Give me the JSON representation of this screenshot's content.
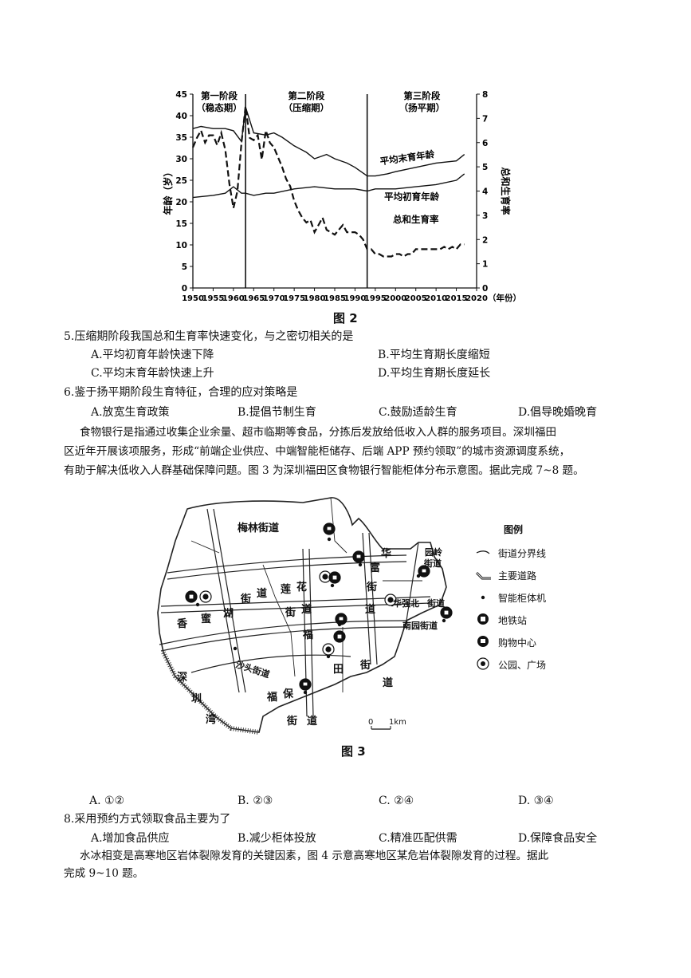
{
  "chart_data": {
    "type": "line",
    "x_ticks": [
      "1950",
      "1955",
      "1960",
      "1965",
      "1970",
      "1975",
      "1980",
      "1985",
      "1990",
      "1995",
      "2000",
      "2005",
      "2010",
      "2015",
      "2020"
    ],
    "x_unit": "（年份）",
    "y_left_label": "年龄（岁）",
    "y_left_ticks": [
      "0",
      "5",
      "10",
      "15",
      "20",
      "25",
      "30",
      "35",
      "40",
      "45"
    ],
    "y_left_range": [
      0,
      45
    ],
    "y_right_label": "总和生育率",
    "y_right_ticks": [
      "0",
      "1",
      "2",
      "3",
      "4",
      "5",
      "6",
      "7",
      "8"
    ],
    "y_right_range": [
      0,
      8
    ],
    "stages": [
      {
        "name": "第一阶段",
        "sub": "（稳态期）"
      },
      {
        "name": "第二阶段",
        "sub": "（压缩期）"
      },
      {
        "name": "第三阶段",
        "sub": "（扬平期）"
      }
    ],
    "stage_boundaries": [
      1963,
      1993
    ],
    "series": [
      {
        "name": "平均末育年龄",
        "axis": "left",
        "style": "solid",
        "x": [
          1950,
          1952,
          1955,
          1958,
          1960,
          1962,
          1963,
          1965,
          1968,
          1970,
          1972,
          1975,
          1978,
          1980,
          1983,
          1985,
          1988,
          1990,
          1993,
          1995,
          1998,
          2000,
          2005,
          2010,
          2015,
          2017
        ],
        "y": [
          37,
          37.5,
          37,
          37,
          36.5,
          34,
          42,
          36,
          35.5,
          36,
          35,
          33,
          31.5,
          30,
          31,
          30,
          29,
          28,
          26,
          26,
          26.5,
          27,
          28,
          29,
          29.5,
          31
        ]
      },
      {
        "name": "平均初育年龄",
        "axis": "left",
        "style": "solid",
        "x": [
          1950,
          1955,
          1958,
          1960,
          1962,
          1963,
          1965,
          1968,
          1970,
          1975,
          1980,
          1985,
          1990,
          1993,
          1995,
          2000,
          2005,
          2010,
          2015,
          2017
        ],
        "y": [
          21,
          21.5,
          22,
          23.5,
          22,
          22,
          21.5,
          22,
          22,
          23,
          23.5,
          23,
          23,
          22.5,
          23,
          23,
          23.5,
          24,
          25,
          26.5
        ]
      },
      {
        "name": "总和生育率",
        "axis": "right",
        "style": "dashed",
        "x": [
          1950,
          1951,
          1952,
          1953,
          1954,
          1955,
          1956,
          1957,
          1958,
          1959,
          1960,
          1961,
          1962,
          1963,
          1964,
          1965,
          1966,
          1967,
          1968,
          1969,
          1970,
          1971,
          1972,
          1973,
          1974,
          1975,
          1976,
          1977,
          1978,
          1979,
          1980,
          1981,
          1982,
          1983,
          1984,
          1985,
          1986,
          1987,
          1988,
          1989,
          1990,
          1991,
          1992,
          1993,
          1994,
          1995,
          1996,
          1997,
          1998,
          1999,
          2000,
          2001,
          2002,
          2003,
          2004,
          2005,
          2006,
          2007,
          2008,
          2009,
          2010,
          2011,
          2012,
          2013,
          2014,
          2015,
          2016,
          2017
        ],
        "y": [
          5.8,
          6.2,
          6.5,
          6.0,
          6.3,
          6.3,
          5.9,
          6.4,
          5.7,
          4.3,
          3.3,
          4.0,
          6.0,
          7.5,
          6.2,
          6.1,
          6.3,
          5.3,
          6.5,
          6.0,
          5.8,
          5.4,
          5.0,
          4.5,
          4.2,
          3.6,
          3.2,
          2.9,
          2.7,
          2.8,
          2.3,
          2.6,
          2.9,
          2.4,
          2.3,
          2.2,
          2.4,
          2.6,
          2.3,
          2.3,
          2.3,
          2.2,
          2.0,
          1.6,
          1.6,
          1.4,
          1.4,
          1.3,
          1.3,
          1.3,
          1.4,
          1.4,
          1.3,
          1.4,
          1.4,
          1.6,
          1.6,
          1.6,
          1.6,
          1.6,
          1.6,
          1.6,
          1.7,
          1.6,
          1.7,
          1.6,
          1.8,
          1.8
        ]
      }
    ]
  },
  "figure2": {
    "caption": "图 2"
  },
  "q5": {
    "stem": "5.压缩期阶段我国总和生育率快速变化，与之密切相关的是",
    "A": "A.平均初育年龄快速下降",
    "B": "B.平均生育期长度缩短",
    "C": "C.平均末育年龄快速上升",
    "D": "D.平均生育期长度延长"
  },
  "q6": {
    "stem": "6.鉴于扬平期阶段生育特征，合理的应对策略是",
    "A": "A.放宽生育政策",
    "B": "B.提倡节制生育",
    "C": "C.鼓励适龄生育",
    "D": "D.倡导晚婚晚育"
  },
  "passage1": {
    "line1": "食物银行是指通过收集企业余量、超市临期等食品，分拣后发放给低收入人群的服务项目。深圳福田",
    "line2": "区近年开展该项服务，形成“前端企业供应、中端智能柜储存、后端 APP 预约领取”的城市资源调度系统，",
    "line3": "有助于解决低收入人群基础保障问题。图 3 为深圳福田区食物银行智能柜体分布示意图。据此完成 7~8 题。"
  },
  "map": {
    "caption": "图 3",
    "labels": {
      "meilin": "梅林街道",
      "hua": "华",
      "fu": "富",
      "jie_r": "街",
      "dao_r": "道",
      "yuanling1": "园岭",
      "yuanling2": "街道",
      "xiang": "香",
      "mi": "蜜",
      "hu": "湖",
      "jie_l": "街",
      "dao_l": "道",
      "lian": "莲",
      "hua2": "花",
      "jie_m": "街",
      "dao_m": "道",
      "huaqiangbei": "华强北",
      "jiedao2": "街道",
      "nanyuan": "南园街道",
      "fu2": "福",
      "tian": "田",
      "jie_s": "街",
      "dao_s": "道",
      "shatou": "沙头街道",
      "futian_fu": "福",
      "bao": "保",
      "jie_b": "街",
      "dao_b": "道",
      "shen": "深",
      "zhen": "圳",
      "wan": "湾"
    },
    "scale": {
      "zero": "0",
      "km": "1km"
    },
    "legend": {
      "title": "图例",
      "items": [
        "街道分界线",
        "主要道路",
        "智能柜体机",
        "地铁站",
        "购物中心",
        "公园、广场"
      ]
    }
  },
  "q7": {
    "A": "A.  ①②",
    "B": "B.  ②③",
    "C": "C.  ②④",
    "D": "D.  ③④"
  },
  "q8": {
    "stem": "8.采用预约方式领取食品主要为了",
    "A": "A.增加食品供应",
    "B": "B.减少柜体投放",
    "C": "C.精准匹配供需",
    "D": "D.保障食品安全"
  },
  "passage2": {
    "line1": "水冰相变是高寒地区岩体裂隙发育的关键因素，图 4 示意高寒地区某危岩体裂隙发育的过程。据此",
    "line2": "完成 9~10 题。"
  }
}
